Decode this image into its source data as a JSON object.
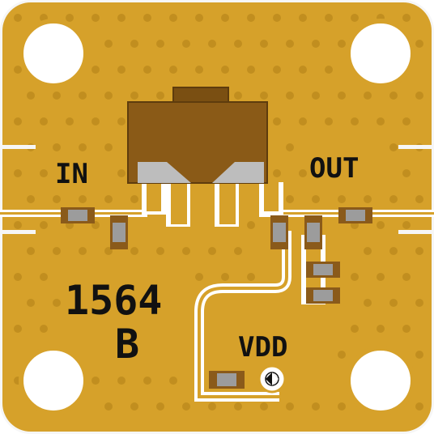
{
  "board": {
    "labels": {
      "input": "IN",
      "output": "OUT",
      "supply": "VDD",
      "part_number": "1564",
      "revision": "B"
    }
  },
  "colors": {
    "substrate": "#F2F2F2",
    "gold": "#D6A12A",
    "gold_light": "#E1AE35",
    "via": "#C18E1F",
    "trace": "#FFFFFF",
    "component_body": "#8A5A17",
    "component_top": "#7A4F12",
    "silkscreen": "#111111",
    "capacitor_body": "#9C9C9C",
    "capacitor_cap": "#8A5A1A"
  },
  "icons": {
    "mounting_holes": [
      "mounting-hole-icon",
      "mounting-hole-icon",
      "mounting-hole-icon",
      "mounting-hole-icon"
    ],
    "test_point": "test-point-icon"
  }
}
